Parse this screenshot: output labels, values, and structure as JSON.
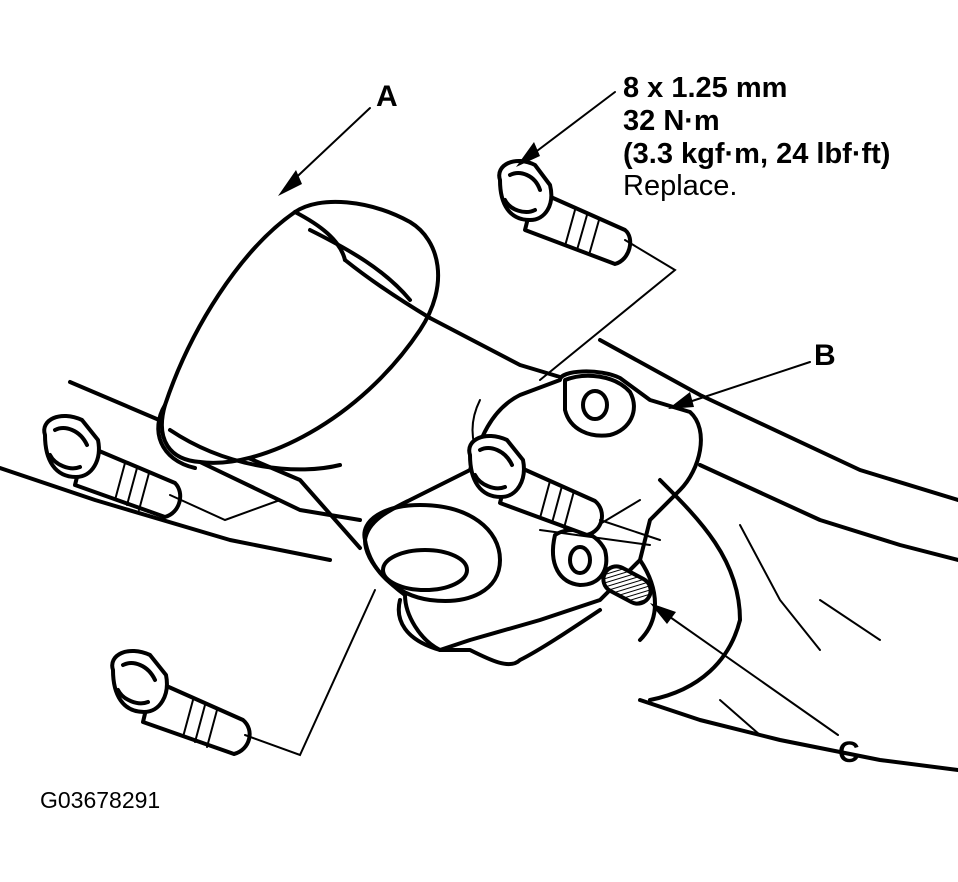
{
  "labels": {
    "a": "A",
    "b": "B",
    "c": "C"
  },
  "bolt_spec": {
    "size": "8 x 1.25 mm",
    "torque": "32 N·m",
    "torque_alt": "(3.3 kgf·m, 24 lbf·ft)",
    "note": "Replace."
  },
  "figure_code": "G03678291",
  "colors": {
    "ink": "#000000",
    "background": "#ffffff"
  }
}
